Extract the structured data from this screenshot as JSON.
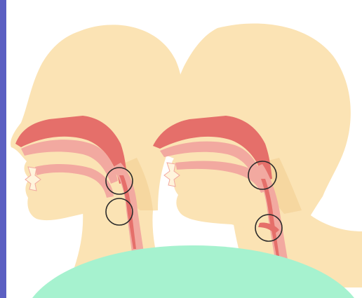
{
  "figure": {
    "background_color": "#ffffff",
    "edge_bar_color": "#5b5fc2",
    "skin_color": "#fbe3b4",
    "skin_shadow_color": "#f3cf92",
    "tract_color": "#f2a9a0",
    "tract_dark_color": "#e56f6a",
    "circle_color": "#2b2b2b",
    "overlay_color": "#a6f2cf"
  },
  "heads": [
    {
      "name": "left-head",
      "circles": 2
    },
    {
      "name": "right-head",
      "circles": 2
    }
  ]
}
